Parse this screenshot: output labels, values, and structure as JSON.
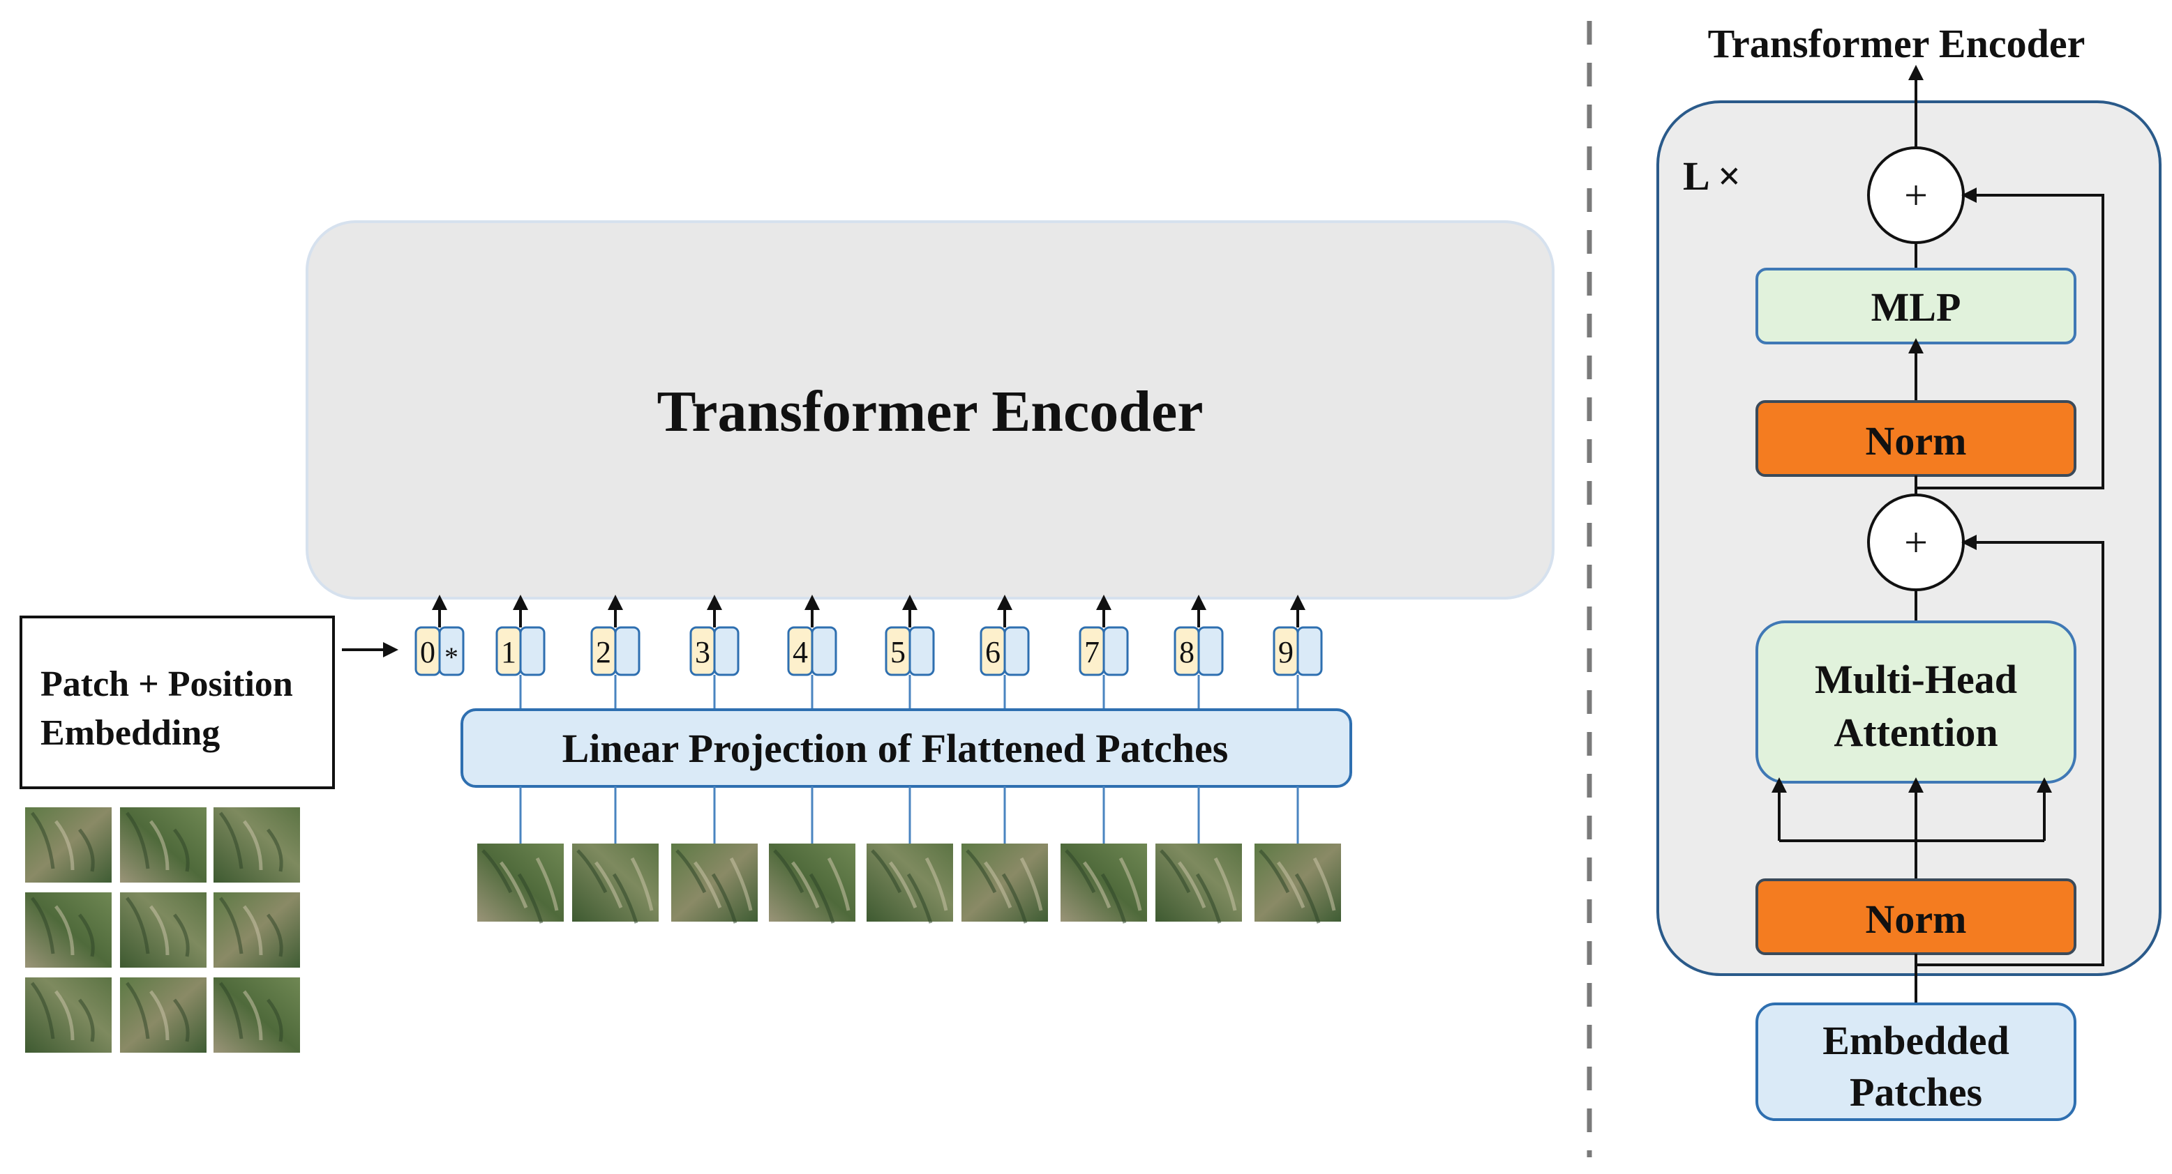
{
  "colors": {
    "encoder_fill": "#e8e8e8",
    "encoder_stroke": "#d6e1ee",
    "panel_stroke": "#2a5a8a",
    "panel_fill": "#ececec",
    "blue_fill": "#daeaf7",
    "blue_stroke": "#2e6fb0",
    "token_yellow": "#fdf0cc",
    "green_fill": "#e1f2dc",
    "green_stroke": "#3f78b5",
    "orange_fill": "#f47c20",
    "arrow": "#111111",
    "dashed": "#7a7a7a",
    "line_blue": "#4a84c0"
  },
  "left": {
    "encoder_label": "Transformer Encoder",
    "embedding_label_line1": "Patch + Position",
    "embedding_label_line2": "Embedding",
    "projection_label": "Linear Projection of Flattened Patches",
    "class_token": {
      "index": "0",
      "extra": "*"
    },
    "tokens": [
      "1",
      "2",
      "3",
      "4",
      "5",
      "6",
      "7",
      "8",
      "9"
    ],
    "image_grid_size": 9
  },
  "right": {
    "title": "Transformer Encoder",
    "repeat_label": "L  ×",
    "plus_symbol": "+",
    "mlp_label": "MLP",
    "norm_top_label": "Norm",
    "attention_line1": "Multi-Head",
    "attention_line2": "Attention",
    "norm_bottom_label": "Norm",
    "embedded_line1": "Embedded",
    "embedded_line2": "Patches"
  }
}
